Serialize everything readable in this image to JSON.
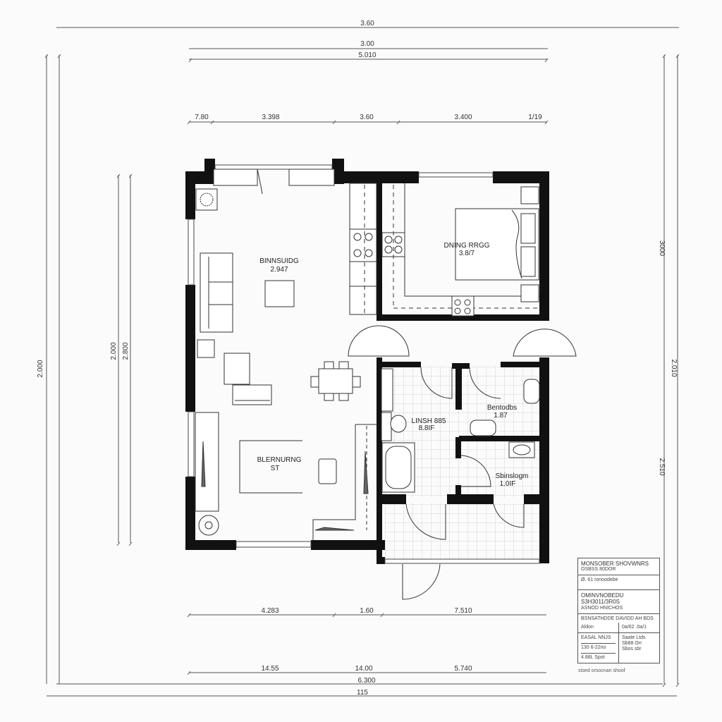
{
  "dimensions": {
    "top": [
      "3.60",
      "3.00",
      "5.010"
    ],
    "top_segments": [
      "7.80",
      "3.398",
      "3.60",
      "3.400",
      "1/19"
    ],
    "bottom_segments_1": [
      "4.283",
      "1.60",
      "7.510"
    ],
    "bottom_segments_2": [
      "14.55",
      "14.00",
      "5.740"
    ],
    "bottom_totals": [
      "6.300",
      "115"
    ],
    "left": [
      "2.000",
      "2.000",
      "2.800"
    ],
    "right": [
      "3000",
      "2.010",
      "2.510"
    ]
  },
  "rooms": {
    "living": {
      "name": "BINNSUIDG",
      "area": "2.947"
    },
    "bedroom": {
      "name": "DNING RRGG",
      "area": "3.8/7"
    },
    "lounge": {
      "name": "BLERNURNG",
      "area": "ST"
    },
    "bath1": {
      "name": "LINSH 885",
      "area": "8.8IF"
    },
    "bath2": {
      "name": "Bentodbs",
      "area": "1.87"
    },
    "bath3": {
      "name": "Sbinslogm",
      "area": "1.0IF"
    }
  },
  "title_block": {
    "title": "MONSOBER SHOVWNRS",
    "subtitle": "OSBSS 80DOR",
    "ref": "Ø. 61 ronoodebe",
    "project": "OMINVNOBEDU S3H3011/3R0S",
    "project_sub": "ASNOD HNICHOS",
    "client": "BSNSATHDDE DAVIDD AH BDS",
    "client_a": "Aldon",
    "client_b": "0a/62 .0a/1",
    "scale_label": "EASAL NNJS",
    "scale_value": "130 6-22no",
    "date_label": "Saate Ltds",
    "date_value": "Sb88 Orr",
    "sheet_label": "4.88L Spot",
    "sheet_value": "Sbos sbr",
    "footer": "stsed orsocnan shoof"
  }
}
